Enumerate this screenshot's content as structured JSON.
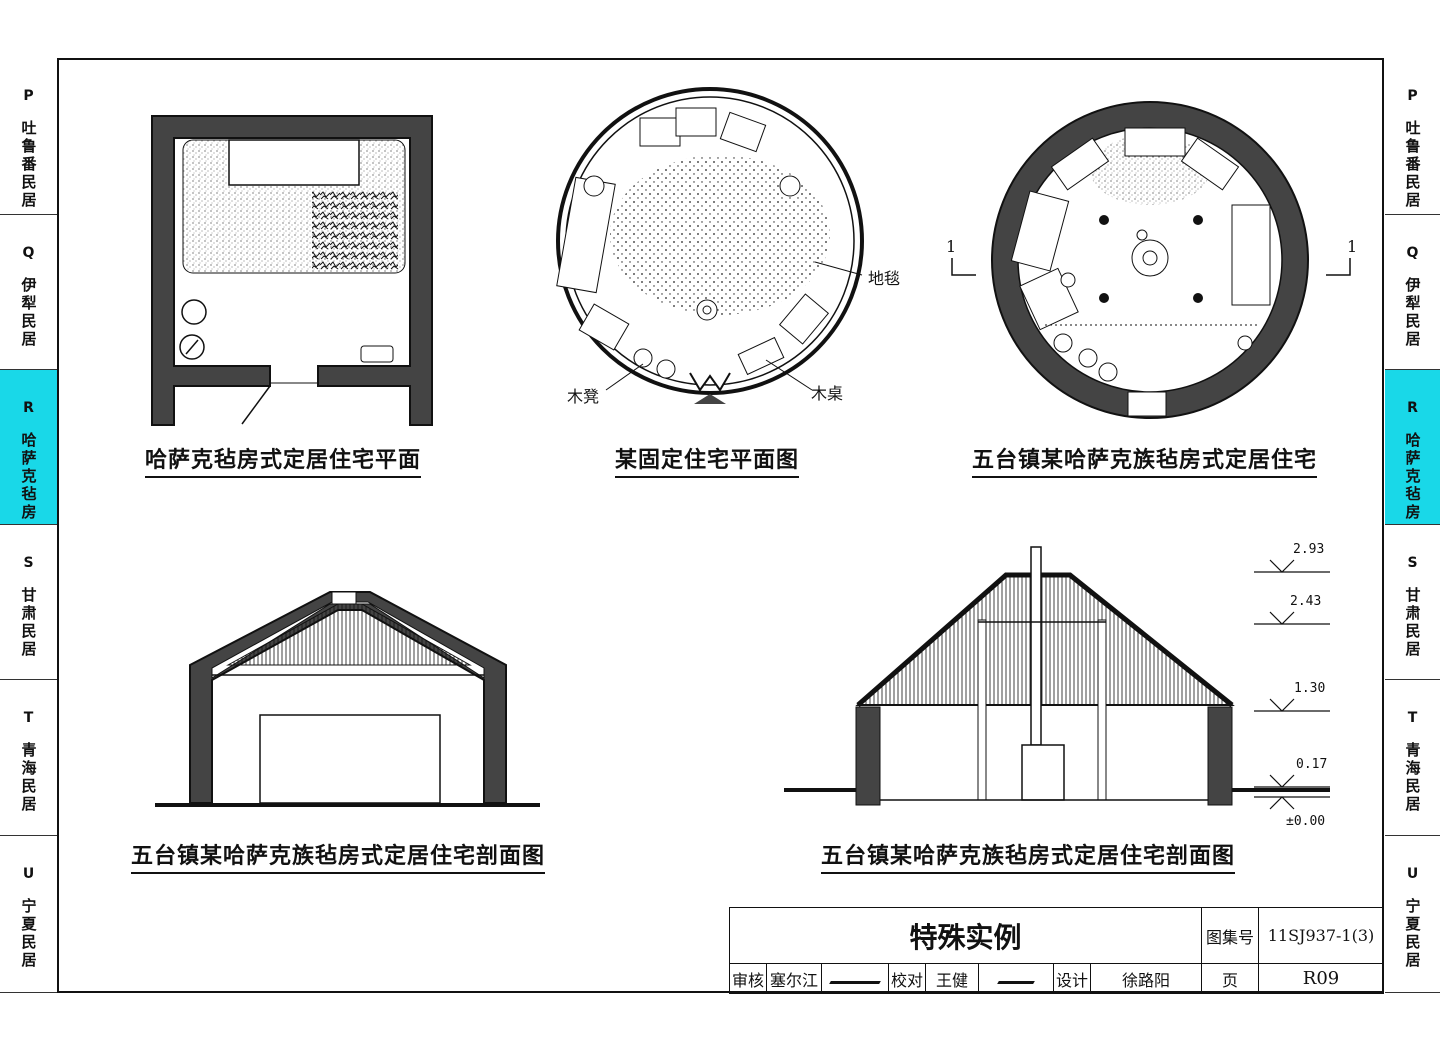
{
  "side_tabs_left": [
    {
      "letter": "P",
      "name": "吐鲁番民居",
      "active": false
    },
    {
      "letter": "Q",
      "name": "伊犁民居",
      "active": false
    },
    {
      "letter": "R",
      "name": "哈萨克毡房",
      "active": true
    },
    {
      "letter": "S",
      "name": "甘肃民居",
      "active": false
    },
    {
      "letter": "T",
      "name": "青海民居",
      "active": false
    },
    {
      "letter": "U",
      "name": "宁夏民居",
      "active": false
    }
  ],
  "side_tabs_right": [
    {
      "letter": "P",
      "name": "吐鲁番民居",
      "active": false
    },
    {
      "letter": "Q",
      "name": "伊犁民居",
      "active": false
    },
    {
      "letter": "R",
      "name": "哈萨克毡房",
      "active": true
    },
    {
      "letter": "S",
      "name": "甘肃民居",
      "active": false
    },
    {
      "letter": "T",
      "name": "青海民居",
      "active": false
    },
    {
      "letter": "U",
      "name": "宁夏民居",
      "active": false
    }
  ],
  "captions": {
    "plan1": "哈萨克毡房式定居住宅平面",
    "plan2": "某固定住宅平面图",
    "plan3": "五台镇某哈萨克族毡房式定居住宅",
    "section1": "五台镇某哈萨克族毡房式定居住宅剖面图",
    "section2": "五台镇某哈萨克族毡房式定居住宅剖面图"
  },
  "labels": {
    "carpet": "地毯",
    "stool": "木凳",
    "table": "木桌",
    "section_mark": "1"
  },
  "elevations": [
    "2.93",
    "2.43",
    "1.30",
    "0.17",
    "±0.00"
  ],
  "title_block": {
    "title": "特殊实例",
    "atlas_label": "图集号",
    "atlas_no": "11SJ937-1(3)",
    "review_label": "审核",
    "reviewer": "塞尔江",
    "check_label": "校对",
    "checker": "王健",
    "design_label": "设计",
    "designer": "徐路阳",
    "page_label": "页",
    "page_no": "R09"
  },
  "colors": {
    "active_tab": "#19d8e8",
    "wall": "#444444"
  }
}
